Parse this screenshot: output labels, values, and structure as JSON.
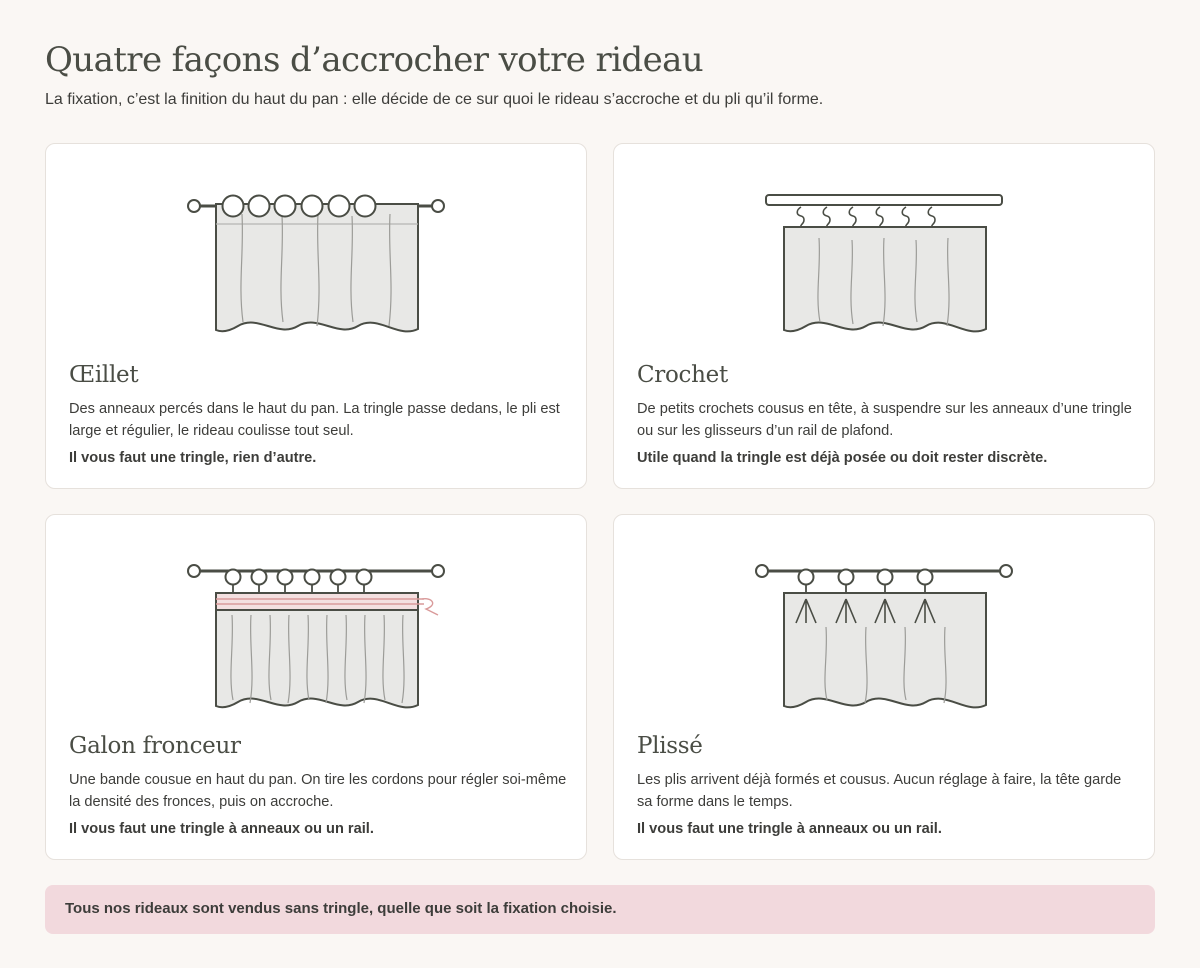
{
  "header": {
    "title": "Quatre façons d’accrocher votre rideau",
    "subtitle": "La fixation, c’est la finition du haut du pan : elle décide de ce sur quoi le rideau s’accroche et du pli qu’il forme."
  },
  "cards": [
    {
      "title": "Œillet",
      "description": "Des anneaux percés dans le haut du pan. La tringle passe dedans, le pli est large et régulier, le rideau coulisse tout seul.",
      "note": "Il vous faut une tringle, rien d’autre."
    },
    {
      "title": "Crochet",
      "description": "De petits crochets cousus en tête, à suspendre sur les anneaux d’une tringle ou sur les glisseurs d’un rail de plafond.",
      "note": "Utile quand la tringle est déjà posée ou doit rester discrète."
    },
    {
      "title": "Galon fronceur",
      "description": "Une bande cousue en haut du pan. On tire les cordons pour régler soi-même la densité des fronces, puis on accroche.",
      "note": "Il vous faut une tringle à anneaux ou un rail."
    },
    {
      "title": "Plissé",
      "description": "Les plis arrivent déjà formés et cousus. Aucun réglage à faire, la tête garde sa forme dans le temps.",
      "note": "Il vous faut une tringle à anneaux ou un rail."
    }
  ],
  "footer": {
    "text": "Tous nos rideaux sont vendus sans tringle, quelle que soit la fixation choisie."
  },
  "colors": {
    "background": "#faf7f4",
    "card": "#ffffff",
    "stroke": "#4a4d45",
    "fabric": "#e8e8e6",
    "accent_pink": "#d99a9a",
    "banner": "#f2d9dd"
  },
  "icons": [
    "eyelet-curtain-icon",
    "hook-curtain-icon",
    "gather-tape-curtain-icon",
    "pleated-curtain-icon"
  ]
}
